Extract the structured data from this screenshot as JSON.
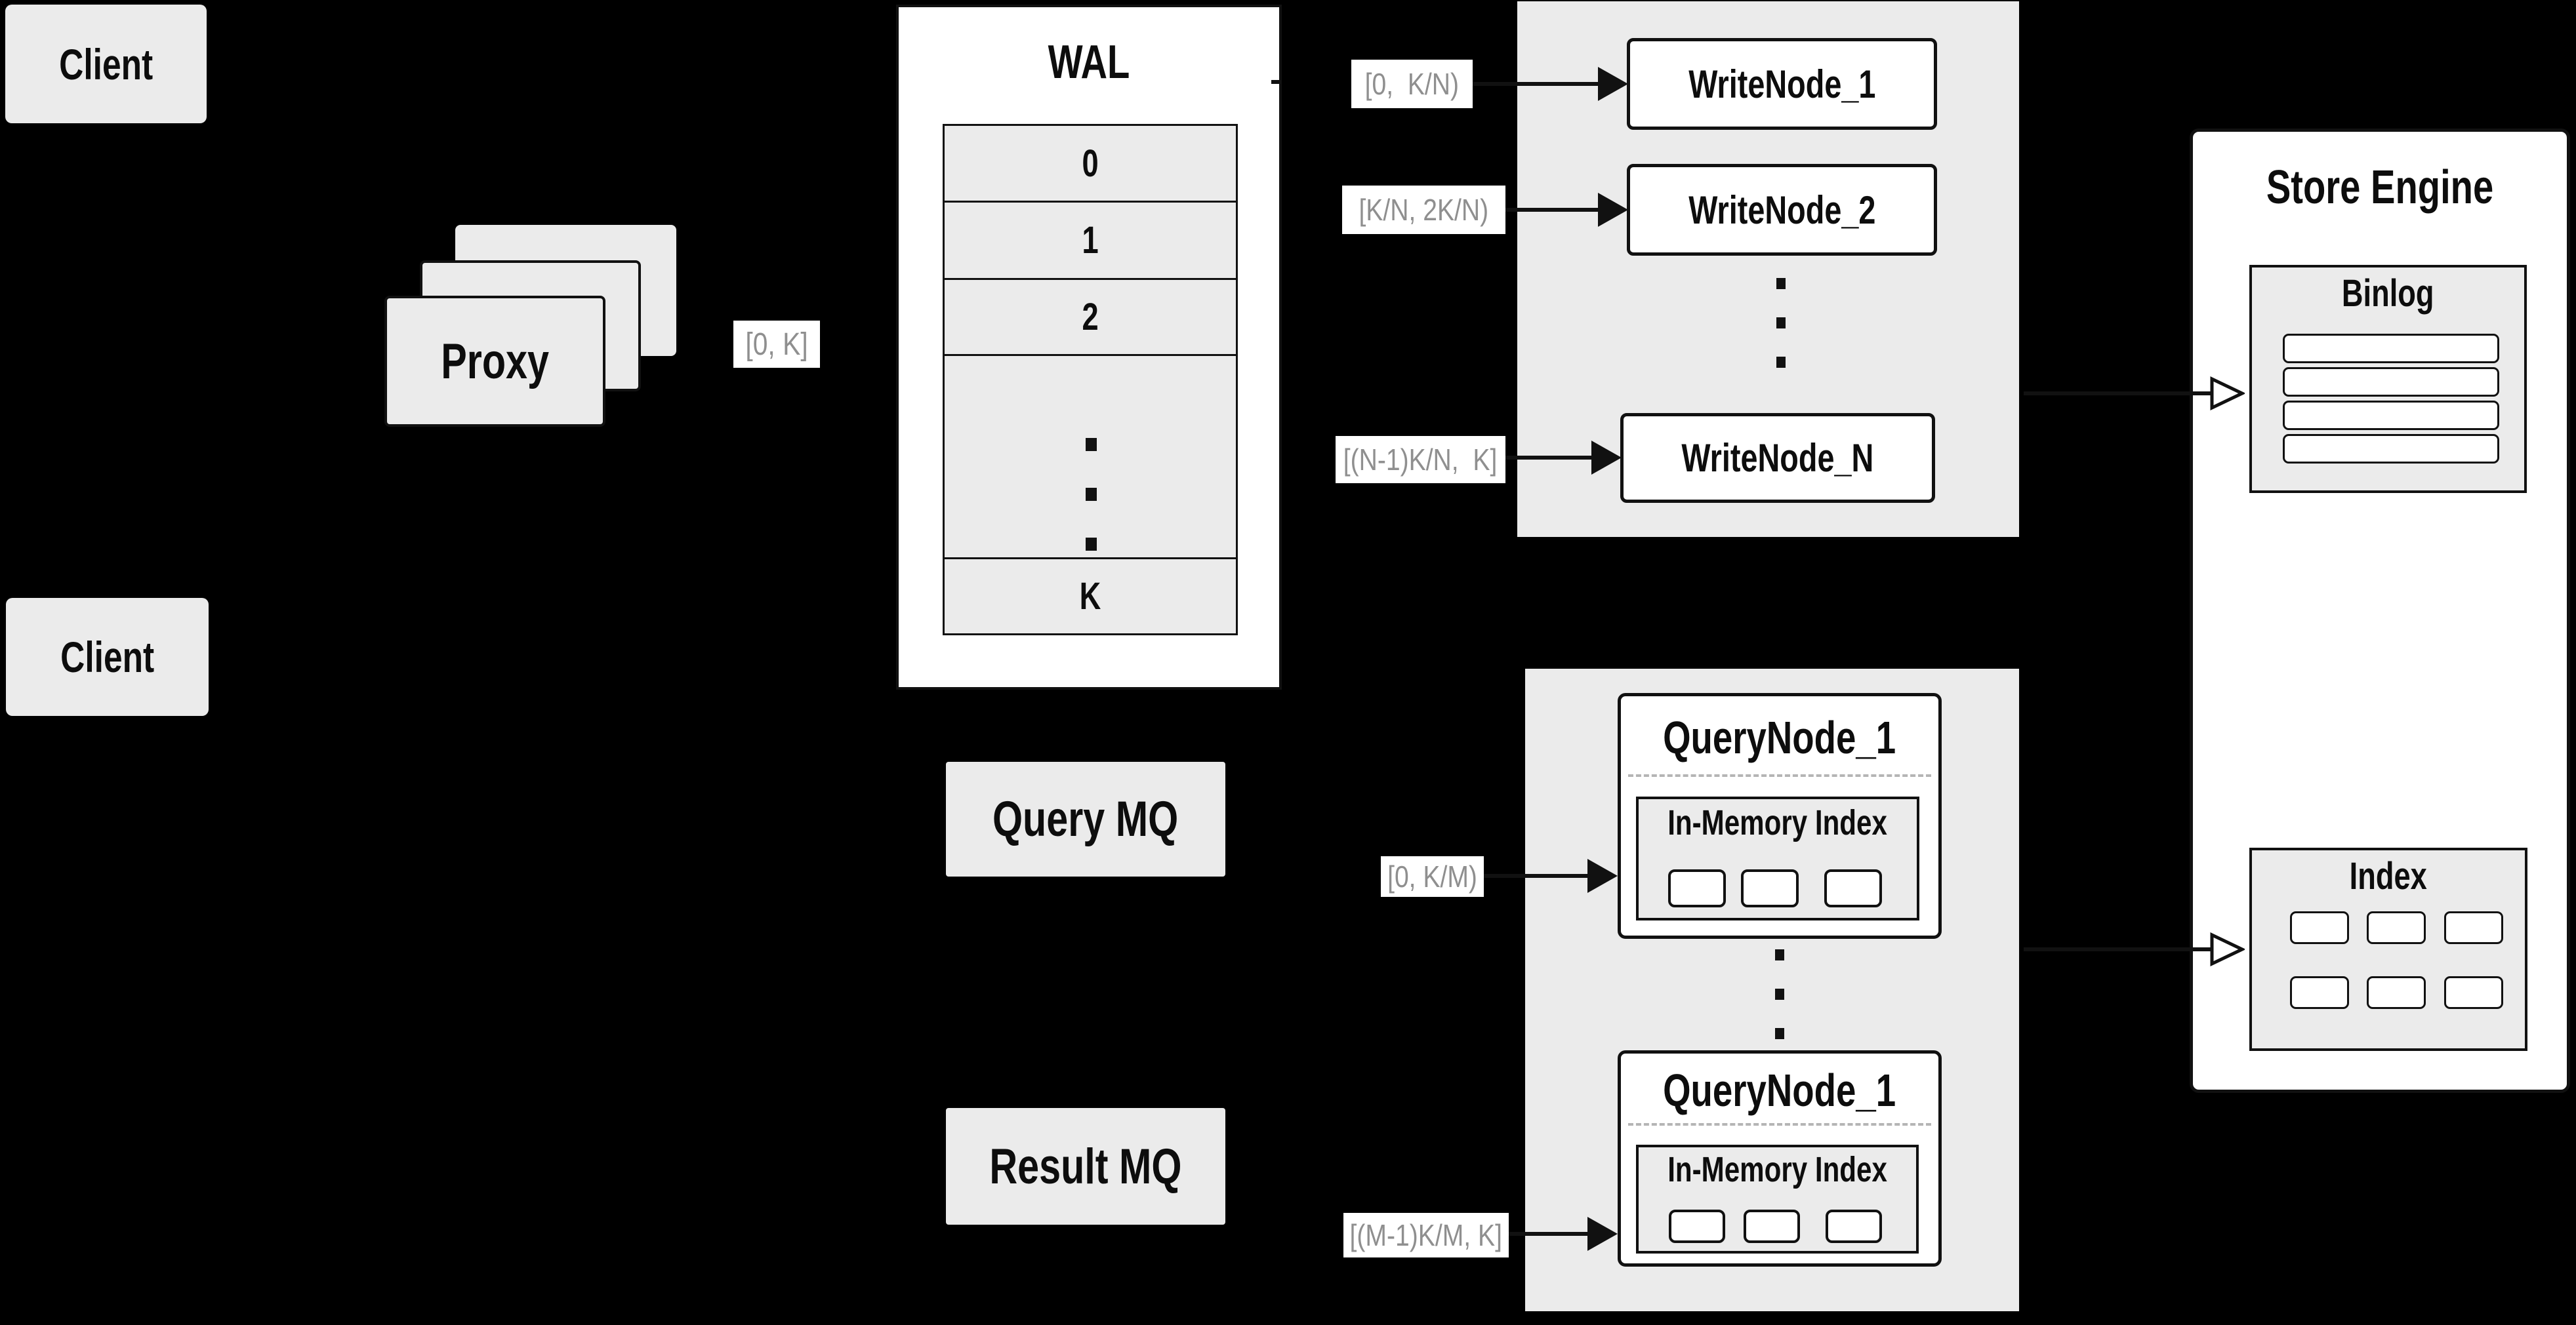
{
  "clients": {
    "top": "Client",
    "bottom": "Client"
  },
  "proxy": {
    "label": "Proxy",
    "range": "[0, K]"
  },
  "wal": {
    "title": "WAL",
    "rows": [
      "0",
      "1",
      "2"
    ],
    "last_row": "K"
  },
  "write_group": {
    "nodes": [
      {
        "label": "WriteNode_1",
        "range": "[0,  K/N)"
      },
      {
        "label": "WriteNode_2",
        "range": "[K/N, 2K/N)"
      },
      {
        "label": "WriteNode_N",
        "range": "[(N-1)K/N,  K]"
      }
    ]
  },
  "mq": {
    "query": "Query MQ",
    "result": "Result MQ"
  },
  "query_group": {
    "nodes": [
      {
        "title": "QueryNode_1",
        "inner_title": "In-Memory Index",
        "range": "[0, K/M)"
      },
      {
        "title": "QueryNode_1",
        "inner_title": "In-Memory Index",
        "range": "[(M-1)K/M, K]"
      }
    ]
  },
  "store_engine": {
    "title": "Store Engine",
    "binlog": "Binlog",
    "index": "Index"
  },
  "colors": {
    "background": "#000000",
    "panel_gray": "#ebebeb",
    "box_white": "#ffffff",
    "line_black": "#111111",
    "range_label_text": "#8f8f8f"
  }
}
